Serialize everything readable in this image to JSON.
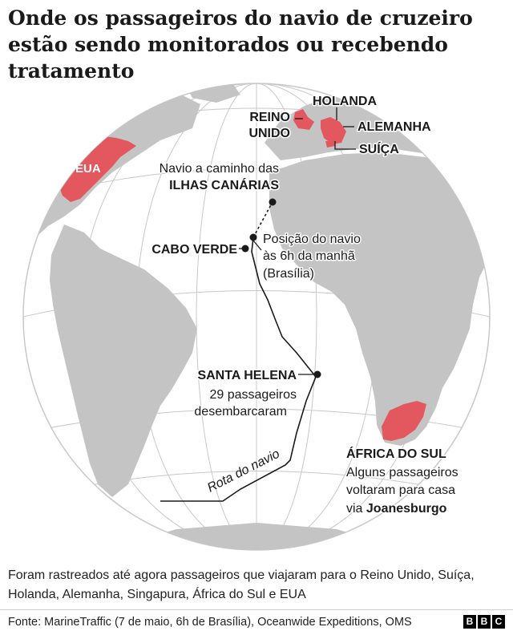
{
  "title": "Onde os passageiros do navio de cruzeiro estão sendo monitorados ou recebendo tratamento",
  "labels": {
    "holanda": "HOLANDA",
    "reino_unido_1": "REINO",
    "reino_unido_2": "UNIDO",
    "alemanha": "ALEMANHA",
    "suica": "SUÍÇA",
    "eua": "EUA",
    "canarias_1": "Navio a caminho das",
    "canarias_2": "ILHAS CANÁRIAS",
    "cabo_verde": "CABO VERDE",
    "posicao_1": "Posição do navio",
    "posicao_2": "às 6h da manhã",
    "posicao_3": "(Brasília)",
    "santa_helena": "SANTA HELENA",
    "santa_helena_note_1": "29 passageiros",
    "santa_helena_note_2": "desembarcaram",
    "rota": "Rota do navio",
    "africa_sul": "ÁFRICA DO SUL",
    "africa_sul_note_1": "Alguns passageiros",
    "africa_sul_note_2": "voltaram para casa",
    "africa_sul_note_3": "via",
    "africa_sul_note_4": "Joanesburgo"
  },
  "colors": {
    "land": "#c4c4c4",
    "ocean": "#ffffff",
    "highlight": "#e2585e",
    "route": "#1a1a1a",
    "graticule": "#c8c8c8"
  },
  "highlighted_countries": [
    "Reino Unido",
    "Holanda",
    "Alemanha",
    "Suíça",
    "EUA",
    "África do Sul"
  ],
  "footnote": "Foram rastreados até agora passageiros que viajaram para o Reino Unido, Suíça, Holanda, Alemanha, Singapura, África do Sul e EUA",
  "source": "Fonte: MarineTraffic (7 de maio, 6h de Brasília), Oceanwide Expeditions, OMS",
  "logo": [
    "B",
    "B",
    "C"
  ]
}
